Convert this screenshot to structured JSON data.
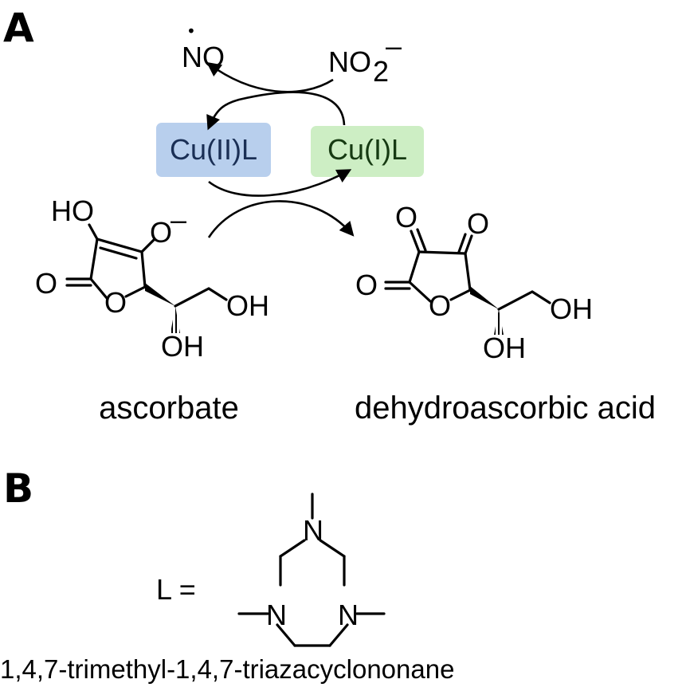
{
  "panel_a": {
    "letter": "A",
    "no_radical": "NO",
    "radical_dot": "•",
    "nitrite": {
      "base": "NO",
      "sub": "2",
      "sup": "–"
    },
    "cu2": {
      "label": "Cu(II)L",
      "fill": "#b8cfed",
      "text_color": "#1a2f55"
    },
    "cu1": {
      "label": "Cu(I)L",
      "fill": "#cdeec4",
      "text_color": "#163a12"
    },
    "ascorbate": {
      "name": "ascorbate",
      "atoms": {
        "ho": "HO",
        "o_minus": "O",
        "minus": "–",
        "carbonyl_o": "O",
        "ring_o": "O",
        "oh_side": "OH",
        "oh_down": "OH"
      }
    },
    "dha": {
      "name": "dehydroascorbic acid",
      "atoms": {
        "o_top1": "O",
        "o_top2": "O",
        "carbonyl_o": "O",
        "ring_o": "O",
        "oh_side": "OH",
        "oh_down": "OH"
      }
    }
  },
  "panel_b": {
    "letter": "B",
    "l_equals": "L =",
    "n_top": "N",
    "n_left": "N",
    "n_right": "N",
    "ligand_name": "1,4,7-trimethyl-1,4,7-triazacyclononane"
  }
}
